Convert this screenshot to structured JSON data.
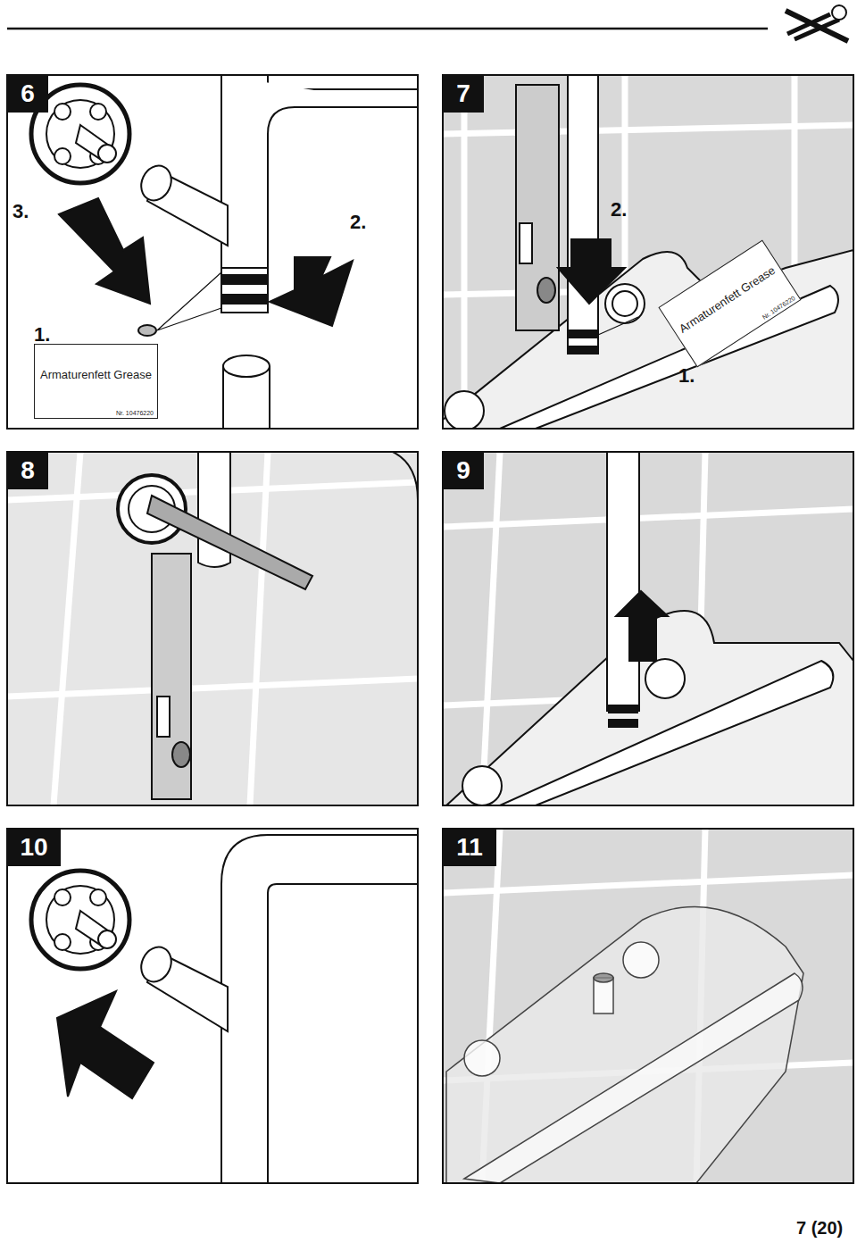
{
  "diagram": {
    "nodes": [
      {
        "text": [
          "6"
        ]
      },
      {
        "text": [
          "Armaturenfett Grease",
          "Nr. 10476220"
        ]
      },
      {
        "text": [
          "7"
        ]
      },
      {
        "text": [
          "Armaturenfett Grease",
          "Nr. 10476220"
        ]
      },
      {
        "text": [
          "8"
        ]
      },
      {
        "text": [
          "9"
        ]
      },
      {
        "text": [
          "10"
        ]
      },
      {
        "text": [
          "11"
        ]
      }
    ],
    "labels": [
      "3.",
      "2.",
      "1.",
      "2.",
      "1.",
      "7 (20)"
    ]
  }
}
